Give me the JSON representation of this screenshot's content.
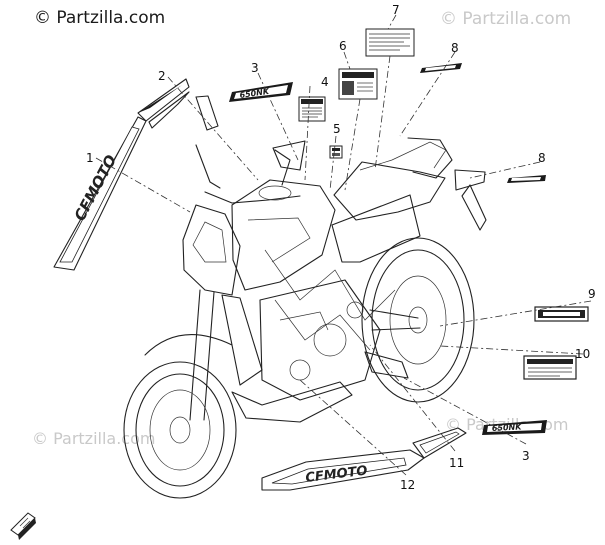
{
  "watermark": {
    "primary": "© Partzilla.com",
    "faint": "© Partzilla.com"
  },
  "callouts": [
    "1",
    "2",
    "3",
    "4",
    "5",
    "6",
    "7",
    "8",
    "8",
    "9",
    "10",
    "3",
    "11",
    "12"
  ],
  "decals": {
    "brand": "CFMOTO",
    "model": "650NK"
  },
  "colors": {
    "line": "#222222",
    "watermark": "#c9c9c9",
    "decal_fill": "#1a1a1a"
  },
  "icons": {
    "corner": "book-icon"
  }
}
